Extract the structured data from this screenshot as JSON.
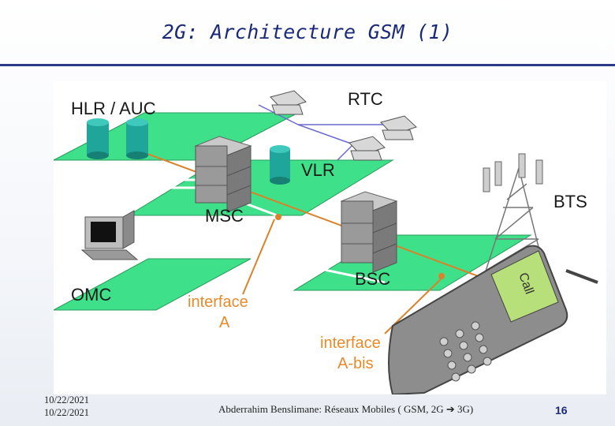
{
  "slide": {
    "title": "2G: Architecture GSM (1)",
    "footer_date_1": "10/22/2021",
    "footer_date_2": "10/22/2021",
    "footer_text_before": "Abderrahim Benslimane: Réseaux Mobiles ( GSM, 2G ",
    "footer_arrow": "➔",
    "footer_text_after": " 3G)",
    "page_number": "16"
  },
  "diagram": {
    "labels": {
      "hlr_auc": "HLR / AUC",
      "rtc": "RTC",
      "vlr": "VLR",
      "msc": "MSC",
      "bts": "BTS",
      "bsc": "BSC",
      "omc": "OMC",
      "interface_a_line1": "interface",
      "interface_a_line2": "A",
      "interface_abis_line1": "interface",
      "interface_abis_line2": "A-bis",
      "phone_screen": "Call"
    },
    "colors": {
      "platform_green": "#3fe08a",
      "orange_link": "#d9822b",
      "label_orange": "#e88a2a",
      "title_blue": "#1a2a78"
    }
  }
}
